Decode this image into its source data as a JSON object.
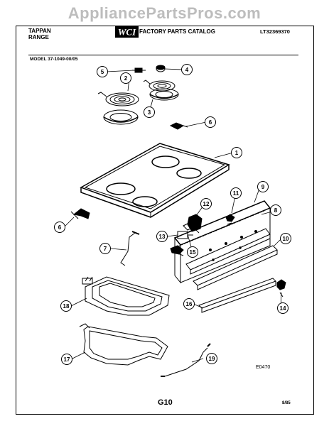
{
  "watermark": "AppliancePartsPros.com",
  "header": {
    "brand_line1": "TAPPAN",
    "brand_line2": "RANGE",
    "logo_text": "WCI",
    "catalog_title": "FACTORY PARTS CATALOG",
    "catalog_number": "LT32369370",
    "model": "MODEL 37-1049-00/05"
  },
  "callouts": [
    "1",
    "2",
    "3",
    "4",
    "5",
    "6",
    "6",
    "7",
    "8",
    "9",
    "10",
    "11",
    "12",
    "13",
    "14",
    "15",
    "16",
    "17",
    "18",
    "19"
  ],
  "diagram_code": "E0470",
  "footer": {
    "page_code": "G10",
    "date_code": "8/85"
  },
  "colors": {
    "ink": "#000000",
    "watermark": "#bdbdbd",
    "background": "#ffffff"
  }
}
